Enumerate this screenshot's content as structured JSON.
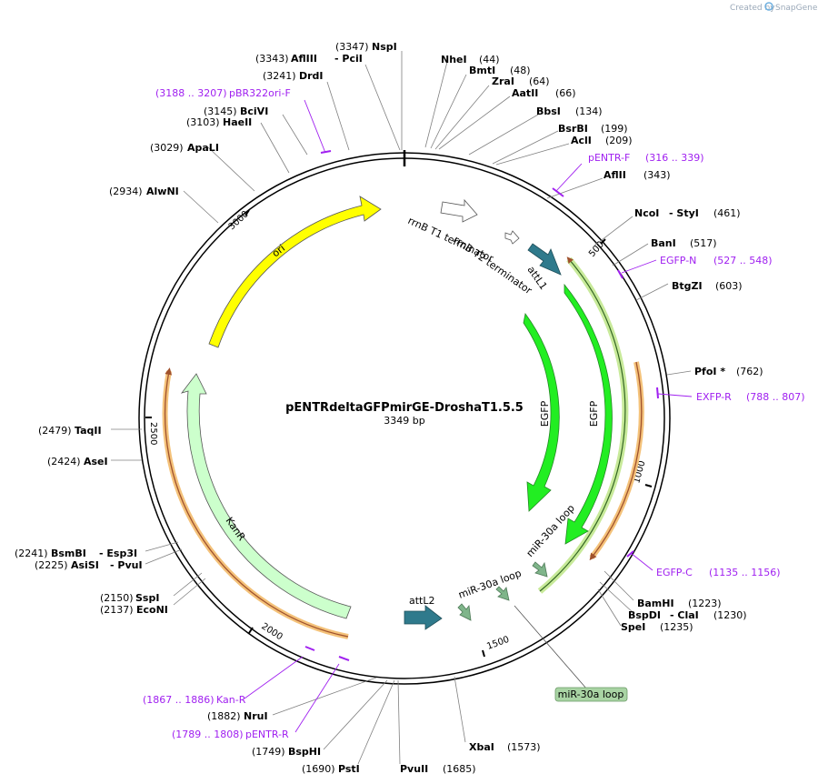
{
  "credit": {
    "created_by": "Created by",
    "brand": "SnapGene"
  },
  "map": {
    "name": "pENTRdeltaGFPmirGE-DroshaT1.5.5",
    "size": "3349 bp"
  },
  "ticks": [
    "500",
    "1000",
    "1500",
    "2000",
    "2500",
    "3000"
  ],
  "features": {
    "ori": "ori",
    "kanr": "KanR",
    "rrnb_t1": "rrnB T1 terminator",
    "rrnb_t2": "rrnB T2 terminator",
    "attl1": "attL1",
    "attl2": "attL2",
    "egfp_outer": "EGFP",
    "egfp_inner": "EGFP",
    "mir30a_loop_1": "miR-30a loop",
    "mir30a_loop_2": "miR-30a loop",
    "mir30a_box": "miR-30a loop"
  },
  "sites": {
    "nspi": {
      "name": "NspI",
      "pos": "(3347)"
    },
    "aflIII": {
      "name": "AflIII",
      "pos": "(3343)",
      "alt": "- PciI"
    },
    "drdi": {
      "name": "DrdI",
      "pos": "(3241)"
    },
    "pbr322": {
      "name": "pBR322ori-F",
      "range": "(3188 .. 3207)"
    },
    "bcivi": {
      "name": "BciVI",
      "pos": "(3145)"
    },
    "haeii": {
      "name": "HaeII",
      "pos": "(3103)"
    },
    "apali": {
      "name": "ApaLI",
      "pos": "(3029)"
    },
    "alwni": {
      "name": "AlwNI",
      "pos": "(2934)"
    },
    "nhei": {
      "name": "NheI",
      "pos": "(44)"
    },
    "bmti": {
      "name": "BmtI",
      "pos": "(48)"
    },
    "zrai": {
      "name": "ZraI",
      "pos": "(64)"
    },
    "aatii": {
      "name": "AatII",
      "pos": "(66)"
    },
    "bbsi": {
      "name": "BbsI",
      "pos": "(134)"
    },
    "bsrbi": {
      "name": "BsrBI",
      "pos": "(199)"
    },
    "acli": {
      "name": "AclI",
      "pos": "(209)"
    },
    "pentr_f": {
      "name": "pENTR-F",
      "range": "(316 .. 339)"
    },
    "aflii": {
      "name": "AflII",
      "pos": "(343)"
    },
    "ncoi": {
      "name": "NcoI",
      "alt": "- StyI",
      "pos": "(461)"
    },
    "bani": {
      "name": "BanI",
      "pos": "(517)"
    },
    "egfp_n": {
      "name": "EGFP-N",
      "range": "(527 .. 548)"
    },
    "btgzi": {
      "name": "BtgZI",
      "pos": "(603)"
    },
    "pfoi": {
      "name": "PfoI *",
      "pos": "(762)"
    },
    "exfp_r": {
      "name": "EXFP-R",
      "range": "(788 .. 807)"
    },
    "egfp_c": {
      "name": "EGFP-C",
      "range": "(1135 .. 1156)"
    },
    "bamhi": {
      "name": "BamHI",
      "pos": "(1223)"
    },
    "bspdi": {
      "name": "BspDI",
      "alt": "- ClaI",
      "pos": "(1230)"
    },
    "spei": {
      "name": "SpeI",
      "pos": "(1235)"
    },
    "xbai": {
      "name": "XbaI",
      "pos": "(1573)"
    },
    "pvuii": {
      "name": "PvuII",
      "pos": "(1685)"
    },
    "psti": {
      "name": "PstI",
      "pos": "(1690)"
    },
    "bsphi": {
      "name": "BspHI",
      "pos": "(1749)"
    },
    "pentr_r": {
      "name": "pENTR-R",
      "range": "(1789 .. 1808)"
    },
    "nrui": {
      "name": "NruI",
      "pos": "(1882)"
    },
    "kan_r": {
      "name": "Kan-R",
      "range": "(1867 .. 1886)"
    },
    "econi": {
      "name": "EcoNI",
      "pos": "(2137)"
    },
    "sspi": {
      "name": "SspI",
      "pos": "(2150)"
    },
    "asisi": {
      "name": "AsiSI",
      "alt": "- PvuI",
      "pos": "(2225)"
    },
    "bsmbi": {
      "name": "BsmBI",
      "alt": "- Esp3I",
      "pos": "(2241)"
    },
    "asei": {
      "name": "AseI",
      "pos": "(2424)"
    },
    "taqii": {
      "name": "TaqII",
      "pos": "(2479)"
    }
  },
  "colors": {
    "ori": "#ffff00",
    "kanr": "#ccffcc",
    "egfp": "#22ee22",
    "att": "#2f7a8c",
    "mir": "#7fb58a",
    "primer": "#a020f0",
    "highlight_orange": "#f4c27a",
    "highlight_green": "#c8ea9a"
  }
}
